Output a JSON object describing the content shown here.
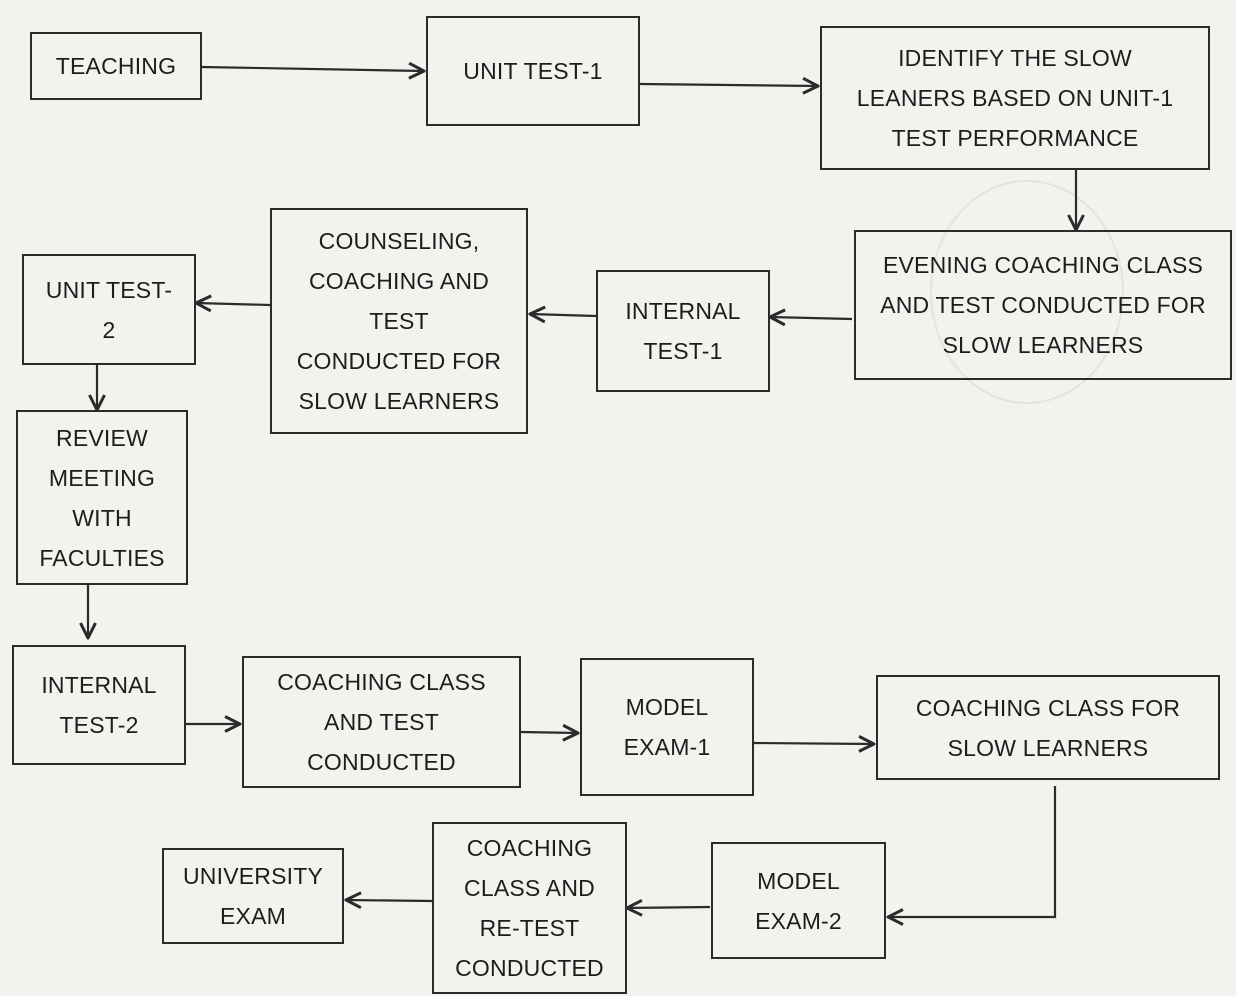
{
  "nodes": {
    "teaching": "TEACHING",
    "unit_test_1": "UNIT TEST-1",
    "identify_slow": "IDENTIFY THE SLOW LEANERS BASED ON UNIT-1 TEST PERFORMANCE",
    "evening_coaching": "EVENING COACHING CLASS AND TEST CONDUCTED FOR SLOW LEARNERS",
    "internal_test_1": "INTERNAL TEST-1",
    "counseling": "COUNSELING, COACHING AND TEST CONDUCTED FOR SLOW LEARNERS",
    "unit_test_2": "UNIT TEST-2",
    "review_meeting": "REVIEW MEETING WITH FACULTIES",
    "internal_test_2": "INTERNAL TEST-2",
    "coaching_class_test": "COACHING CLASS AND TEST CONDUCTED",
    "model_exam_1": "MODEL EXAM-1",
    "coaching_slow": "COACHING CLASS FOR SLOW LEARNERS",
    "model_exam_2": "MODEL EXAM-2",
    "coaching_retest": "COACHING CLASS AND RE-TEST CONDUCTED",
    "university_exam": "UNIVERSITY EXAM"
  },
  "edges": [
    [
      "teaching",
      "unit_test_1"
    ],
    [
      "unit_test_1",
      "identify_slow"
    ],
    [
      "identify_slow",
      "evening_coaching"
    ],
    [
      "evening_coaching",
      "internal_test_1"
    ],
    [
      "internal_test_1",
      "counseling"
    ],
    [
      "counseling",
      "unit_test_2"
    ],
    [
      "unit_test_2",
      "review_meeting"
    ],
    [
      "review_meeting",
      "internal_test_2"
    ],
    [
      "internal_test_2",
      "coaching_class_test"
    ],
    [
      "coaching_class_test",
      "model_exam_1"
    ],
    [
      "model_exam_1",
      "coaching_slow"
    ],
    [
      "coaching_slow",
      "model_exam_2"
    ],
    [
      "model_exam_2",
      "coaching_retest"
    ],
    [
      "coaching_retest",
      "university_exam"
    ]
  ],
  "colors": {
    "ink": "#2b2b2b",
    "paper": "#f3f2ee"
  }
}
